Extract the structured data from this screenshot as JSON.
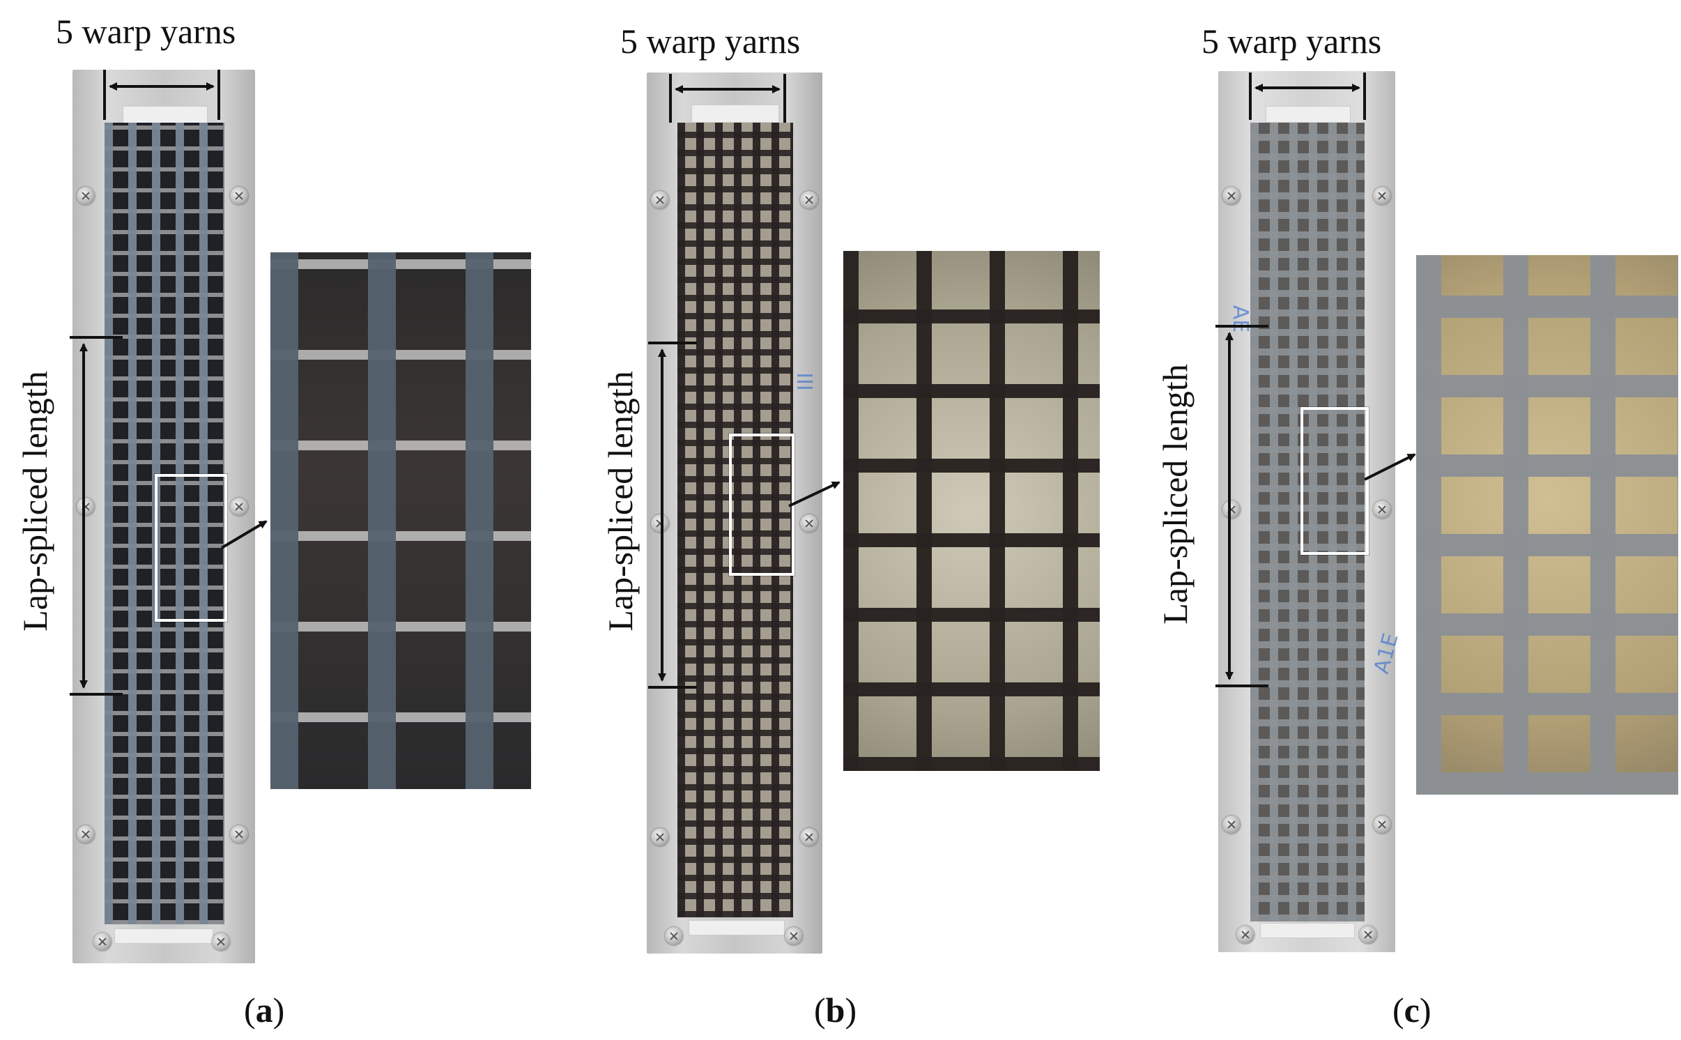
{
  "figure": {
    "panels": [
      {
        "warp_label": "5 warp yarns",
        "lap_label": "Lap-spliced length",
        "caption": "(a)",
        "caption_letter": "a",
        "theme": "dark-woven"
      },
      {
        "warp_label": "5 warp yarns",
        "lap_label": "Lap-spliced length",
        "caption": "(b)",
        "caption_letter": "b",
        "theme": "resin-coated",
        "pen_marks": [
          "III"
        ]
      },
      {
        "warp_label": "5 warp yarns",
        "lap_label": "Lap-spliced length",
        "caption": "(c)",
        "caption_letter": "c",
        "theme": "mortar-coated",
        "pen_marks": [
          "AE",
          "A1E"
        ]
      }
    ],
    "colors": {
      "frame": "#cfcfcf",
      "fabric_dark": "#2a2a2e",
      "fabric_strand": "#5b6670",
      "resin_square": "#b8b29a",
      "mortar_grid": "#8d9296",
      "mortar_square": "#b3a27a",
      "arrow": "#111111"
    }
  }
}
